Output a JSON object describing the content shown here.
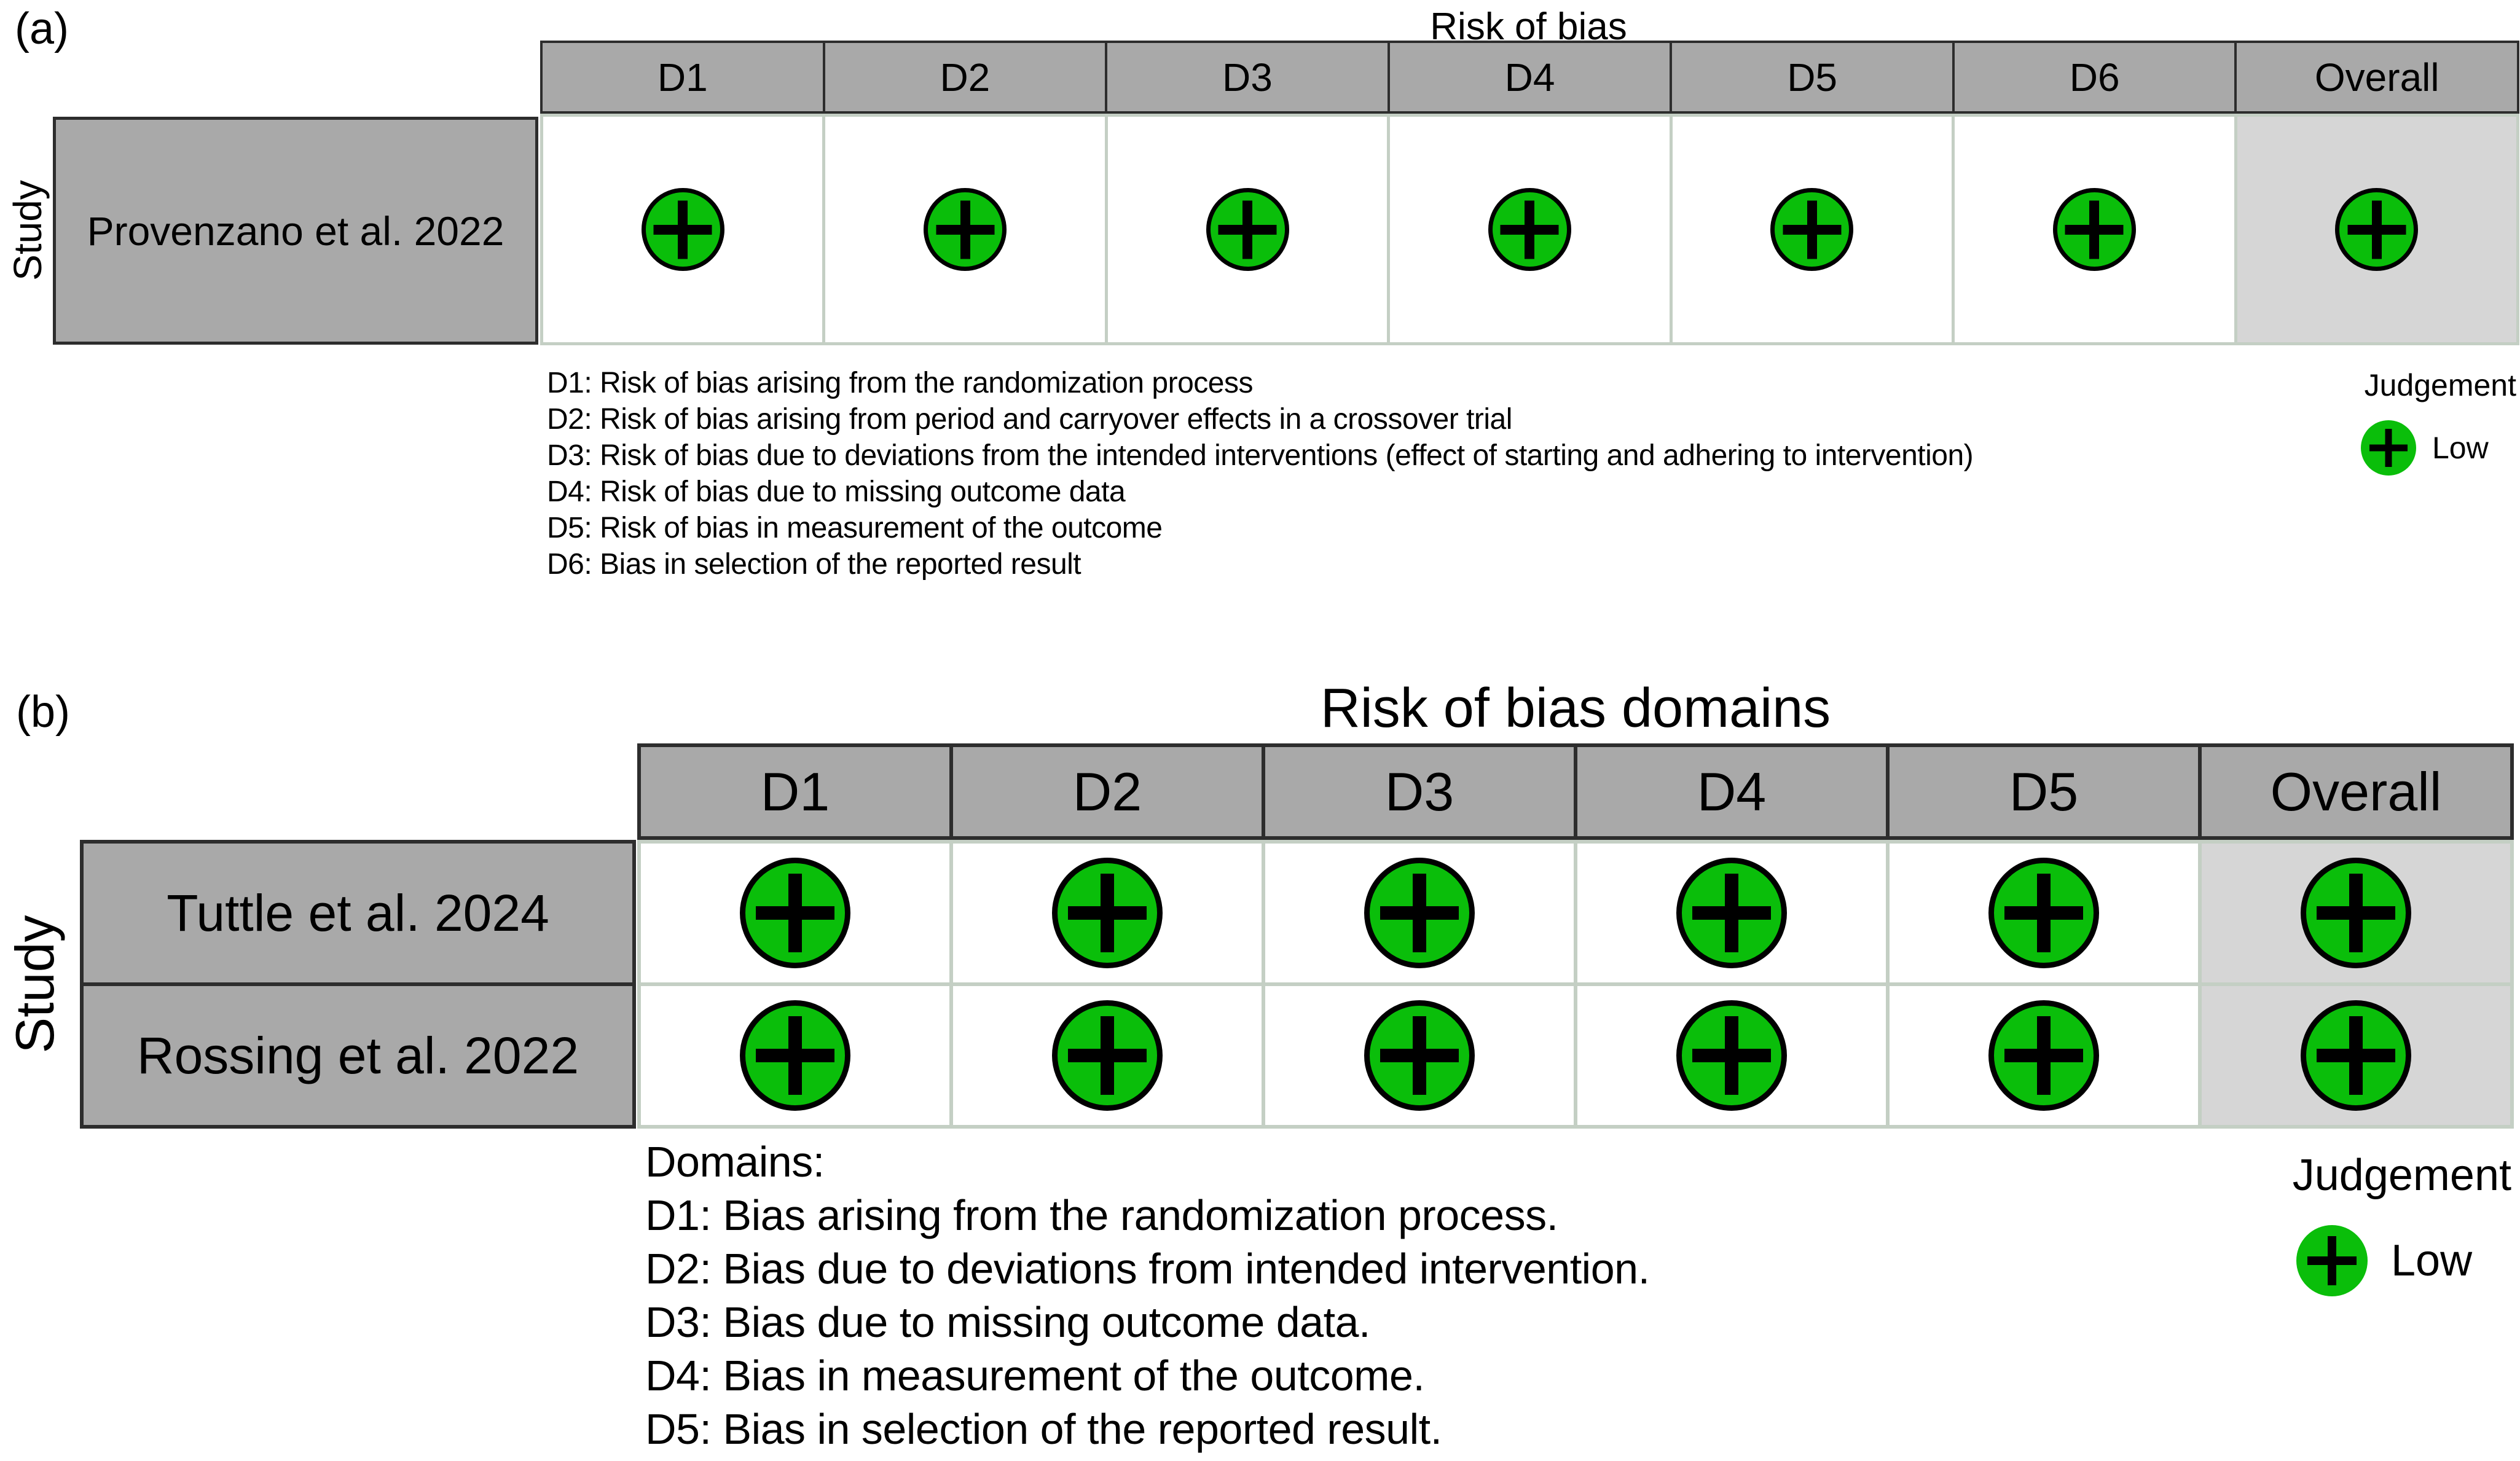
{
  "colors": {
    "low_risk_green": "#0ABE0A",
    "header_gray": "#A9A9A9",
    "overall_column_gray": "#D6D6D6",
    "cell_grid_border": "#C4CFC4",
    "dark_border": "#2D2D2D",
    "plus_symbol_black": "#000000"
  },
  "panel_a": {
    "label": "(a)",
    "title": "Risk of bias",
    "row_axis_label": "Study",
    "columns": [
      "D1",
      "D2",
      "D3",
      "D4",
      "D5",
      "D6",
      "Overall"
    ],
    "studies": [
      {
        "name": "Provenzano et al. 2022",
        "judgements": [
          "Low",
          "Low",
          "Low",
          "Low",
          "Low",
          "Low",
          "Low"
        ]
      }
    ],
    "footnotes": [
      "D1: Risk of bias arising from the randomization process",
      "D2: Risk of bias arising from period and carryover effects in a crossover trial",
      "D3: Risk of bias due to deviations from the intended interventions (effect of starting and adhering to intervention)",
      "D4: Risk of bias due to missing outcome data",
      "D5: Risk of bias in measurement of the outcome",
      "D6: Bias in selection of the reported result"
    ],
    "legend": {
      "title": "Judgement",
      "items": [
        {
          "symbol": "+",
          "label": "Low"
        }
      ]
    }
  },
  "panel_b": {
    "label": "(b)",
    "title": "Risk of bias domains",
    "row_axis_label": "Study",
    "columns": [
      "D1",
      "D2",
      "D3",
      "D4",
      "D5",
      "Overall"
    ],
    "studies": [
      {
        "name": "Tuttle et al. 2024",
        "judgements": [
          "Low",
          "Low",
          "Low",
          "Low",
          "Low",
          "Low"
        ]
      },
      {
        "name": "Rossing et al. 2022",
        "judgements": [
          "Low",
          "Low",
          "Low",
          "Low",
          "Low",
          "Low"
        ]
      }
    ],
    "footnotes_heading": "Domains:",
    "footnotes": [
      "D1: Bias arising from the randomization process.",
      "D2: Bias due to deviations from intended intervention.",
      "D3: Bias due to missing outcome data.",
      "D4: Bias in measurement of the outcome.",
      "D5: Bias in selection of the reported result."
    ],
    "legend": {
      "title": "Judgement",
      "items": [
        {
          "symbol": "+",
          "label": "Low"
        }
      ]
    }
  },
  "chart_data": [
    {
      "type": "table",
      "subtype": "risk-of-bias-traffic-light",
      "title": "Risk of bias",
      "columns": [
        "D1",
        "D2",
        "D3",
        "D4",
        "D5",
        "D6",
        "Overall"
      ],
      "rows": [
        {
          "study": "Provenzano et al. 2022",
          "values": [
            "Low",
            "Low",
            "Low",
            "Low",
            "Low",
            "Low",
            "Low"
          ]
        }
      ],
      "domain_definitions": {
        "D1": "Risk of bias arising from the randomization process",
        "D2": "Risk of bias arising from period and carryover effects in a crossover trial",
        "D3": "Risk of bias due to deviations from the intended interventions (effect of starting and adhering to intervention)",
        "D4": "Risk of bias due to missing outcome data",
        "D5": "Risk of bias in measurement of the outcome",
        "D6": "Bias in selection of the reported result"
      },
      "legend": {
        "title": "Judgement",
        "entries": [
          {
            "symbol": "+",
            "label": "Low",
            "color": "#0ABE0A"
          }
        ]
      },
      "layout_hints": {
        "row_axis_label": "Study",
        "overall_column_shaded": true
      }
    },
    {
      "type": "table",
      "subtype": "risk-of-bias-traffic-light",
      "title": "Risk of bias domains",
      "columns": [
        "D1",
        "D2",
        "D3",
        "D4",
        "D5",
        "Overall"
      ],
      "rows": [
        {
          "study": "Tuttle et al. 2024",
          "values": [
            "Low",
            "Low",
            "Low",
            "Low",
            "Low",
            "Low"
          ]
        },
        {
          "study": "Rossing et al. 2022",
          "values": [
            "Low",
            "Low",
            "Low",
            "Low",
            "Low",
            "Low"
          ]
        }
      ],
      "domain_definitions": {
        "D1": "Bias arising from the randomization process.",
        "D2": "Bias due to deviations from intended intervention.",
        "D3": "Bias due to missing outcome data.",
        "D4": "Bias in measurement of the outcome.",
        "D5": "Bias in selection of the reported result."
      },
      "legend": {
        "title": "Judgement",
        "entries": [
          {
            "symbol": "+",
            "label": "Low",
            "color": "#0ABE0A"
          }
        ]
      },
      "layout_hints": {
        "row_axis_label": "Study",
        "overall_column_shaded": true
      }
    }
  ]
}
